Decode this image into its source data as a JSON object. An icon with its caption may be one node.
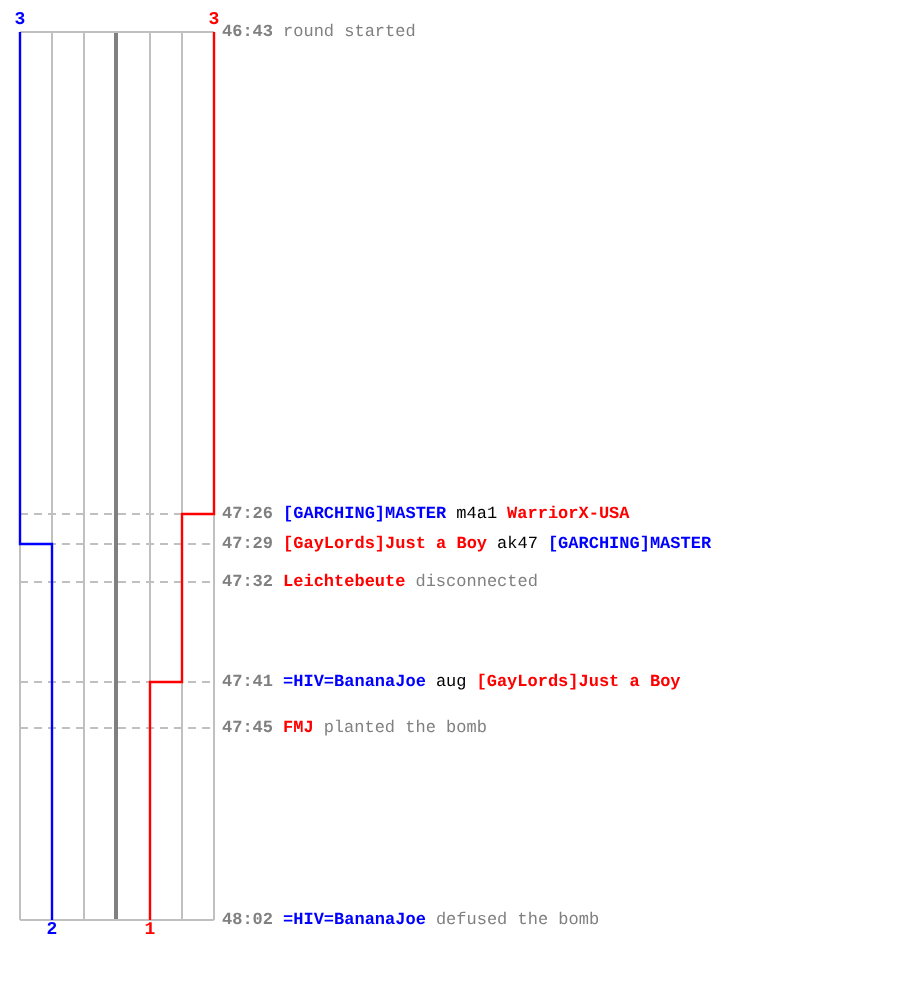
{
  "diagram": {
    "labels": [
      "3",
      "3",
      "46:43",
      "round started",
      "47:26",
      "[GARCHING]MASTER",
      "m4a1",
      "WarriorX-USA",
      "47:29",
      "[GayLords]Just a Boy",
      "ak47",
      "[GARCHING]MASTER",
      "47:32",
      "Leichtebeute",
      "disconnected",
      "47:41",
      "=HIV=BananaJoe",
      "aug",
      "[GayLords]Just a Boy",
      "47:45",
      "FMJ",
      "planted the bomb",
      "2",
      "1",
      "48:02",
      "=HIV=BananaJoe",
      "defused the bomb"
    ]
  }
}
